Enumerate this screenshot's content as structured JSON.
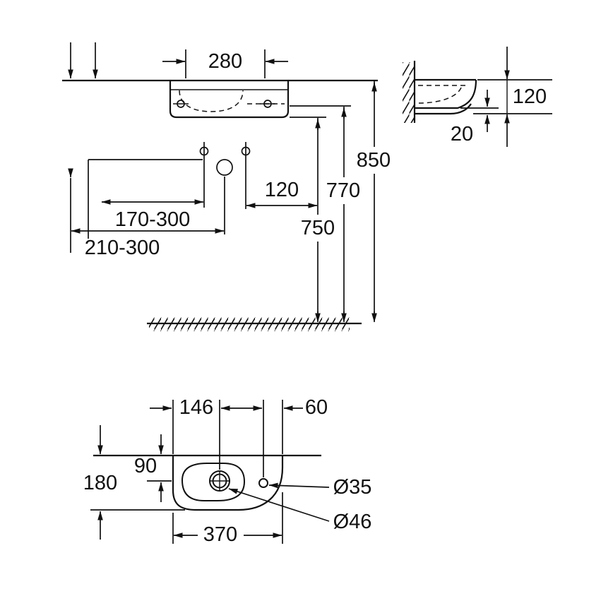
{
  "front_view": {
    "width": "280",
    "height_total": "850",
    "height_fixing": "770",
    "height_outlet": "750",
    "outlet_offset": "120",
    "tap_range": "170-300",
    "outlet_range": "210-300"
  },
  "side_view": {
    "rim_height": "120",
    "edge_thickness": "20"
  },
  "top_view": {
    "tap_from_left": "146",
    "hole_from_right": "60",
    "tap_from_back": "90",
    "depth": "180",
    "width": "370",
    "small_hole_dia": "Ø35",
    "tap_hole_dia": "Ø46"
  },
  "colors": {
    "line": "#111111",
    "background": "#ffffff"
  }
}
